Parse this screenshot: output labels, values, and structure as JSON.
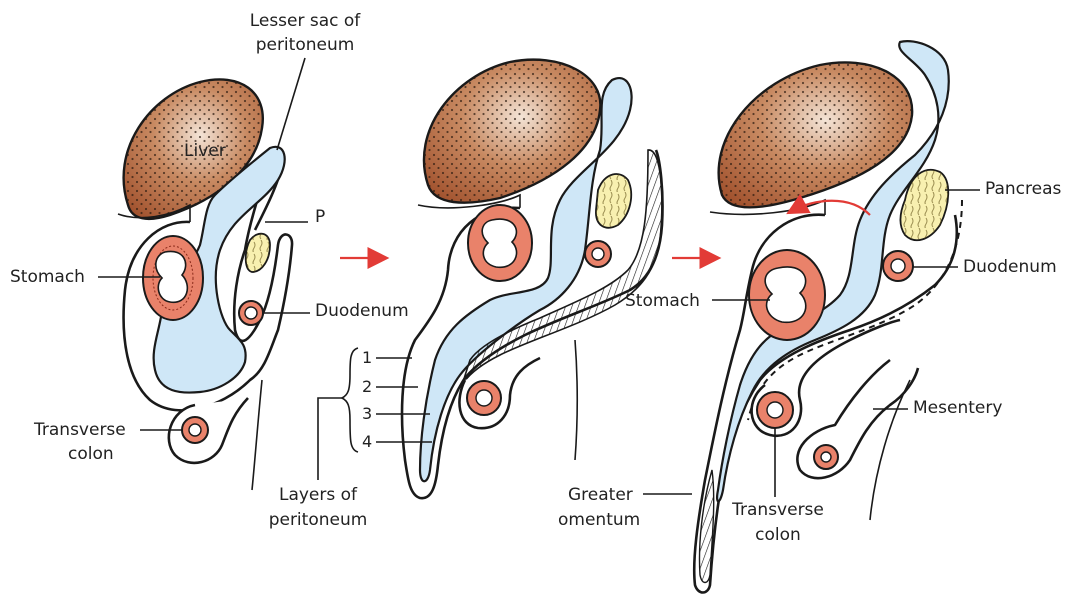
{
  "labels": {
    "lesser_sac_line1": "Lesser sac of",
    "lesser_sac_line2": "peritoneum",
    "liver": "Liver",
    "p": "P",
    "stomach_1": "Stomach",
    "duodenum_1": "Duodenum",
    "transverse_colon_1_line1": "Transverse",
    "transverse_colon_1_line2": "colon",
    "layer_1": "1",
    "layer_2": "2",
    "layer_3": "3",
    "layer_4": "4",
    "layers_line1": "Layers of",
    "layers_line2": "peritoneum",
    "pancreas": "Pancreas",
    "duodenum_3": "Duodenum",
    "stomach_3": "Stomach",
    "mesentery": "Mesentery",
    "greater_omentum_line1": "Greater",
    "greater_omentum_line2": "omentum",
    "transverse_colon_3_line1": "Transverse",
    "transverse_colon_3_line2": "colon"
  },
  "colors": {
    "liver": "#b9704a",
    "sac": "#cfe7f7",
    "gut_wall": "#e9826a",
    "pancreas": "#f8f0b0",
    "arrow": "#e23b36"
  }
}
